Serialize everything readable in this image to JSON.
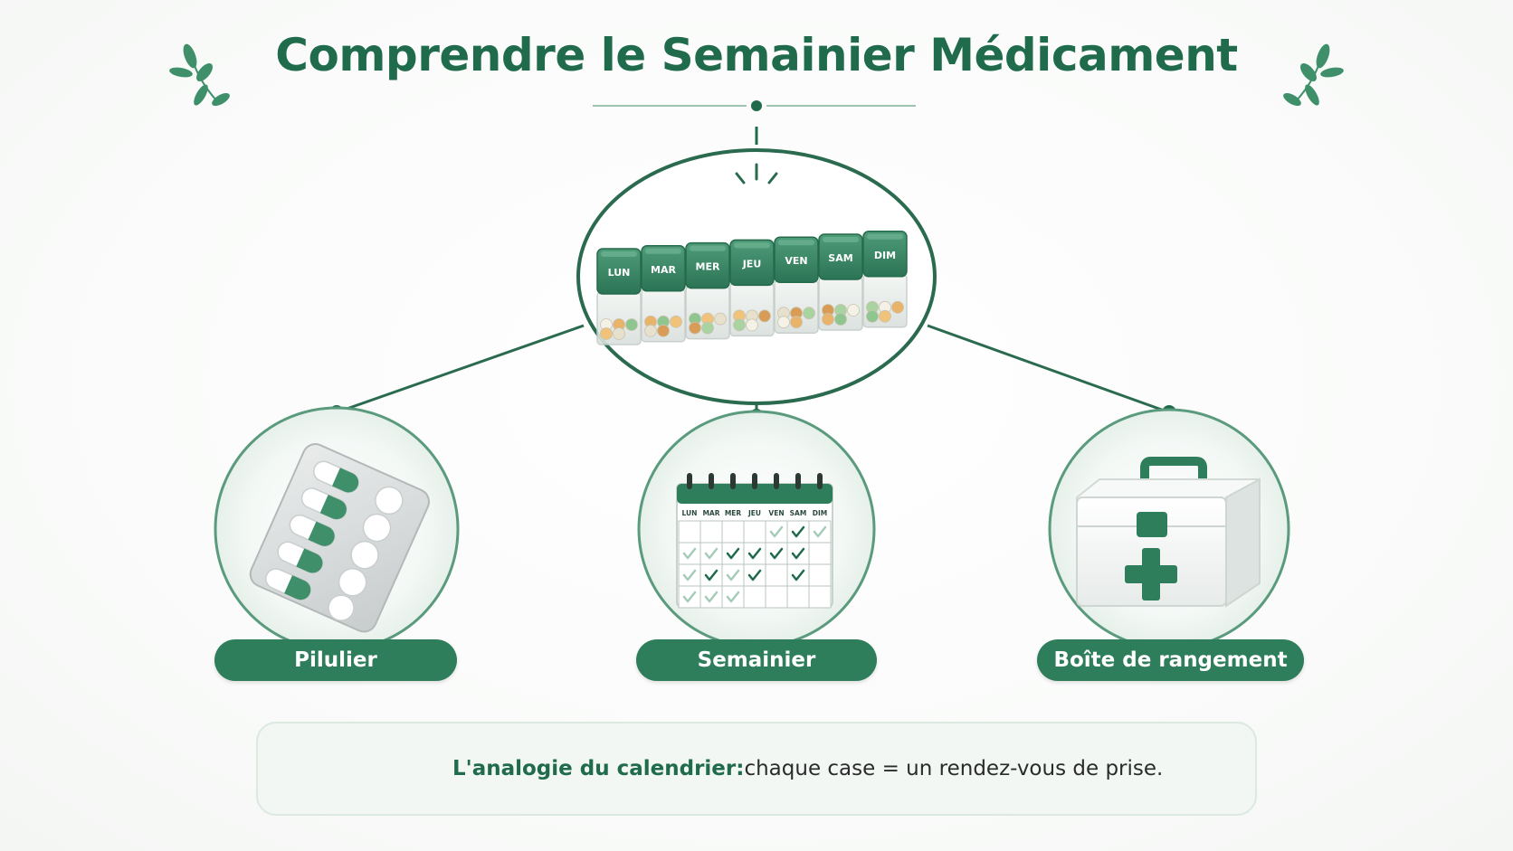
{
  "title": "Comprendre le Semainier Médicament",
  "center_node": {
    "name": "semainier-7-compartments",
    "days": [
      "LUN",
      "MAR",
      "MER",
      "JEU",
      "VEN",
      "SAM",
      "DIM"
    ]
  },
  "children": [
    {
      "label": "Pilulier",
      "icon": "blister-pack-icon"
    },
    {
      "label": "Semainier",
      "icon": "calendar-check-icon",
      "calendar_days": [
        "LUN",
        "MAR",
        "MER",
        "JEU",
        "VEN",
        "SAM",
        "DIM"
      ]
    },
    {
      "label": "Boîte de rangement",
      "icon": "first-aid-box-icon"
    }
  ],
  "info": {
    "icon": "calendar-check-icon",
    "strong": "L'analogie du calendrier:",
    "text": " chaque case = un rendez-vous de prise."
  },
  "colors": {
    "primary": "#2e7d5b",
    "dark": "#1f6b4c",
    "light": "#e8f2ec",
    "line": "#2a6a4e"
  }
}
